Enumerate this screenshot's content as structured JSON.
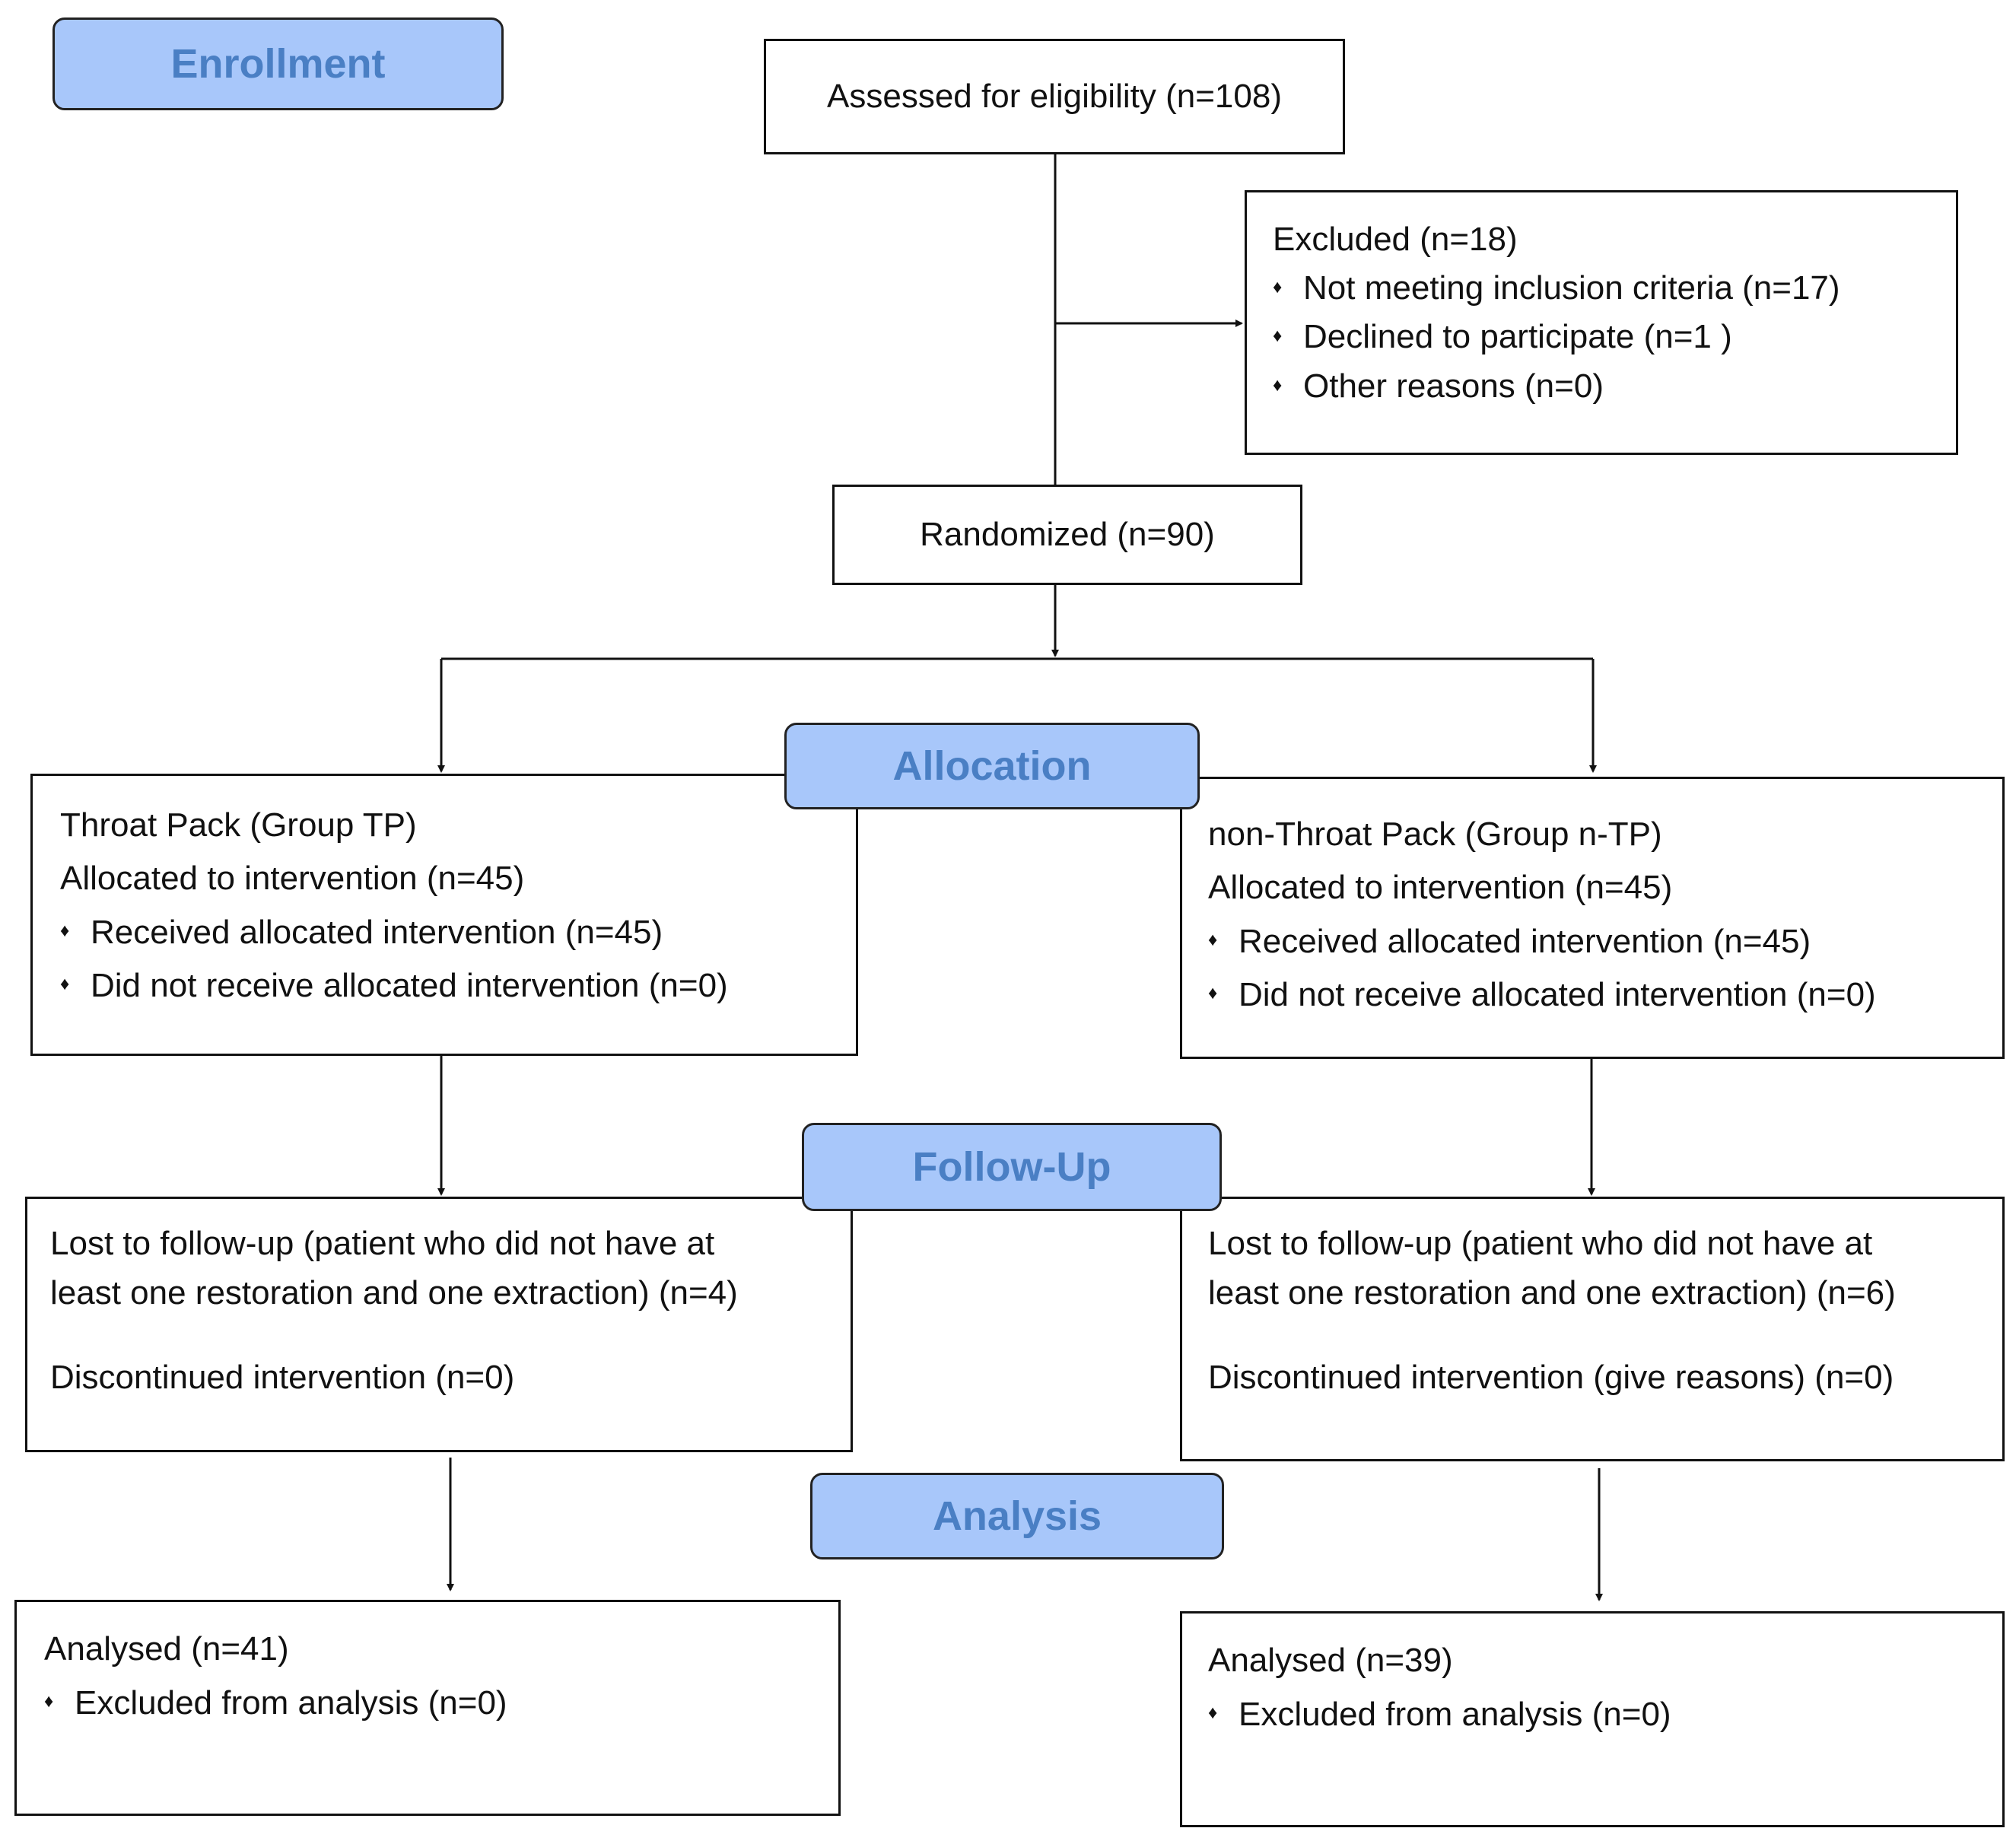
{
  "phases": {
    "enrollment": "Enrollment",
    "allocation": "Allocation",
    "follow_up": "Follow-Up",
    "analysis": "Analysis"
  },
  "assessed": "Assessed for eligibility (n=108)",
  "excluded": {
    "title": "Excluded  (n=18)",
    "items": [
      "Not meeting inclusion criteria (n=17)",
      "Declined to participate (n=1  )",
      "Other reasons (n=0)"
    ]
  },
  "randomized": "Randomized (n=90)",
  "allocation": {
    "left": {
      "group": "Throat Pack (Group TP)",
      "allocated": "Allocated to intervention (n=45)",
      "items": [
        "Received allocated intervention (n=45)",
        "Did not receive allocated intervention  (n=0)"
      ]
    },
    "right": {
      "group": "non-Throat Pack (Group n-TP)",
      "allocated": "Allocated to intervention (n=45)",
      "items": [
        "Received allocated intervention (n=45)",
        "Did not receive allocated intervention (n=0)"
      ]
    }
  },
  "follow_up": {
    "left": {
      "lost_line1": "Lost to follow-up (patient who did not have at",
      "lost_line2": "least one restoration and one extraction) (n=4)",
      "discontinued": "Discontinued intervention (n=0)"
    },
    "right": {
      "lost_line1": "Lost to follow-up (patient who did not have at",
      "lost_line2": "least one restoration and one extraction) (n=6)",
      "discontinued": "Discontinued intervention (give reasons) (n=0)"
    }
  },
  "analysis": {
    "left": {
      "analysed": "Analysed  (n=41)",
      "items": [
        "Excluded from analysis (n=0)"
      ]
    },
    "right": {
      "analysed": "Analysed  (n=39)",
      "items": [
        "Excluded from analysis (n=0)"
      ]
    }
  }
}
